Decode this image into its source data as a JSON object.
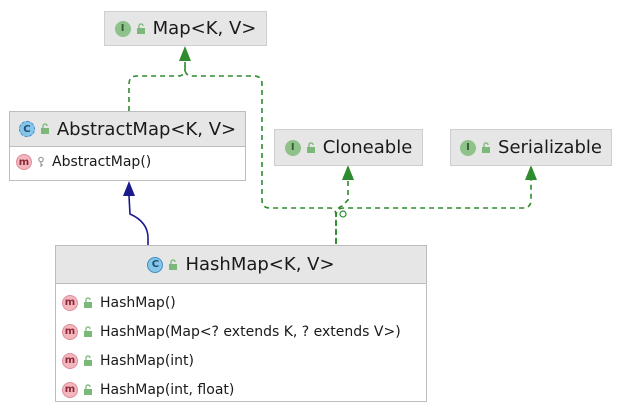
{
  "nodes": {
    "map": {
      "title": "Map<K, V>",
      "kind": "interface",
      "icon": "interface-icon"
    },
    "abstract_map": {
      "title": "AbstractMap<K, V>",
      "kind": "abstract-class",
      "icon": "abstract-class-icon",
      "members": [
        {
          "label": "AbstractMap()",
          "visibility": "package-private"
        }
      ]
    },
    "cloneable": {
      "title": "Cloneable",
      "kind": "interface",
      "icon": "interface-icon"
    },
    "serializable": {
      "title": "Serializable",
      "kind": "interface",
      "icon": "interface-icon"
    },
    "hash_map": {
      "title": "HashMap<K, V>",
      "kind": "class",
      "icon": "class-icon",
      "members": [
        {
          "label": "HashMap()",
          "visibility": "public"
        },
        {
          "label": "HashMap(Map<? extends K, ? extends V>)",
          "visibility": "public"
        },
        {
          "label": "HashMap(int)",
          "visibility": "public"
        },
        {
          "label": "HashMap(int, float)",
          "visibility": "public"
        }
      ]
    }
  },
  "badge_letters": {
    "interface": "I",
    "class": "C",
    "method": "m"
  },
  "edges": [
    {
      "from": "abstract_map",
      "to": "map",
      "type": "implements"
    },
    {
      "from": "hash_map",
      "to": "abstract_map",
      "type": "extends"
    },
    {
      "from": "hash_map",
      "to": "map",
      "type": "implements"
    },
    {
      "from": "hash_map",
      "to": "cloneable",
      "type": "implements"
    },
    {
      "from": "hash_map",
      "to": "serializable",
      "type": "implements"
    }
  ],
  "colors": {
    "implements": "#2e8b2e",
    "extends": "#1a1a8c",
    "header_bg": "#e6e6e6",
    "border": "#bdbdbd"
  }
}
